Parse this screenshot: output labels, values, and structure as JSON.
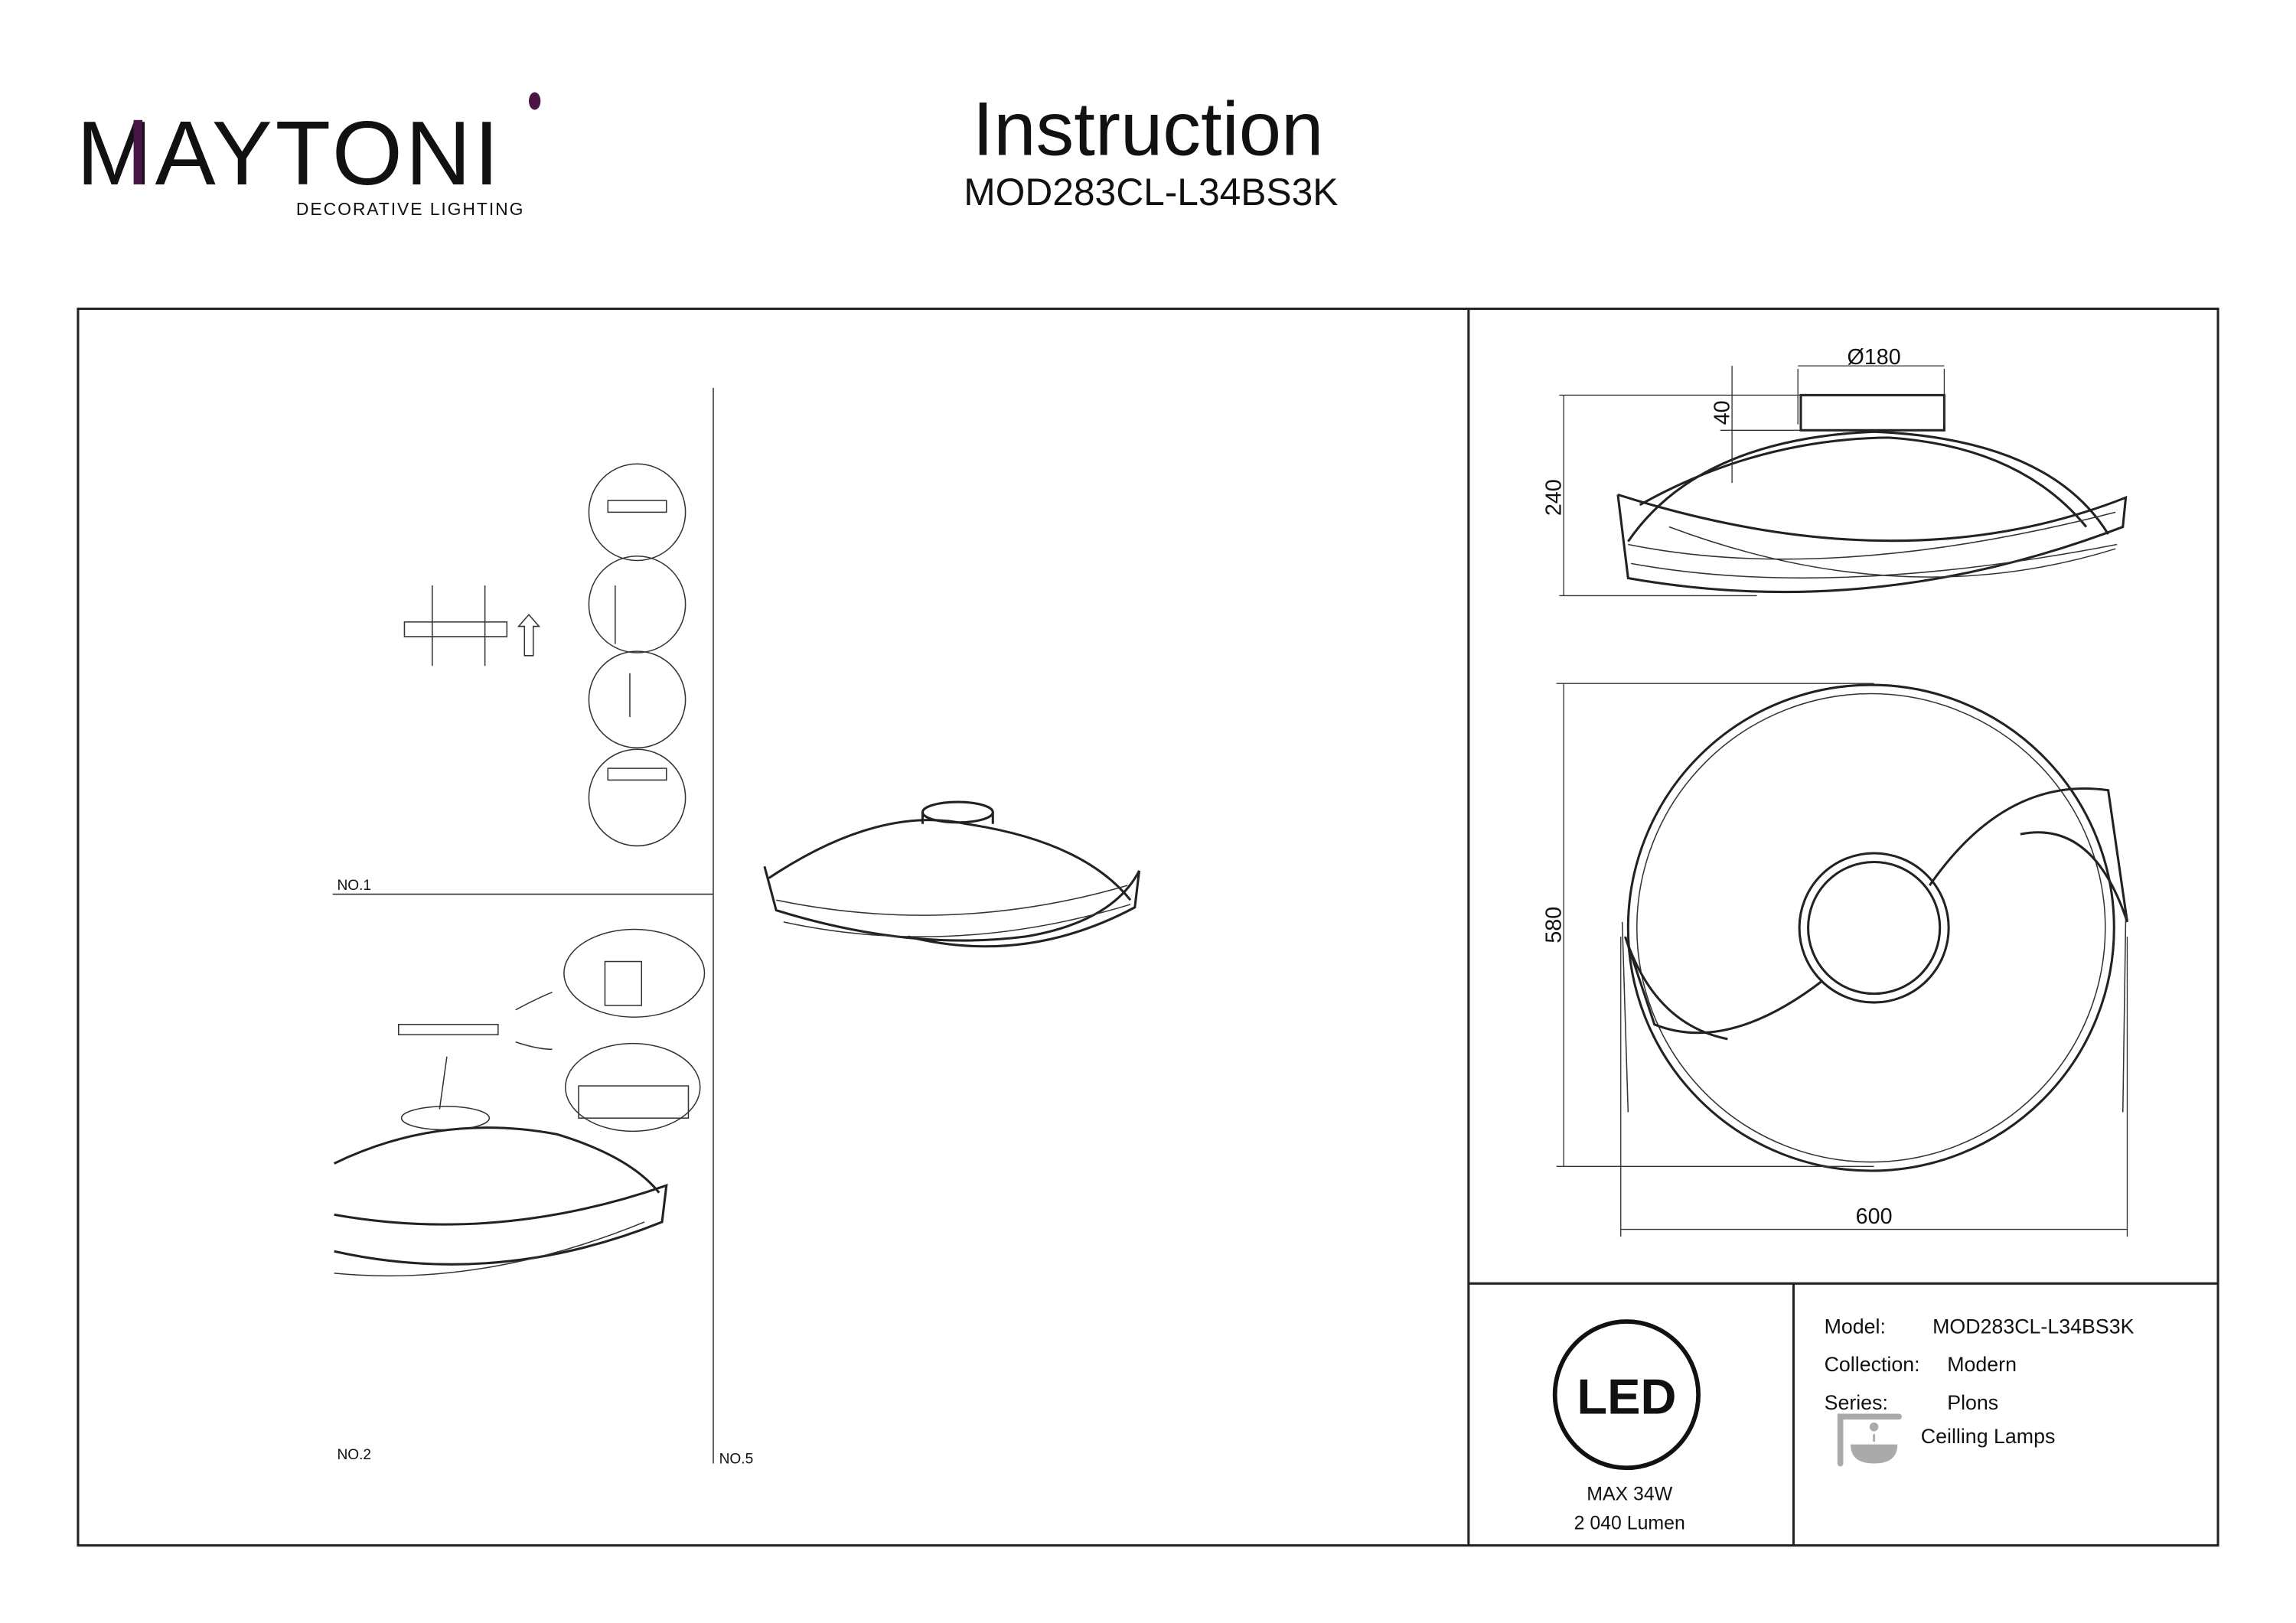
{
  "brand": {
    "logo_text": "MAYTONI",
    "tagline": "DECORATIVE LIGHTING",
    "accent_color": "#4a1545"
  },
  "header": {
    "title": "Instruction",
    "model": "MOD283CL-L34BS3K"
  },
  "steps": {
    "no1": "NO.1",
    "no2": "NO.2",
    "no5": "NO.5"
  },
  "dimensions": {
    "diameter_mount": "Ø180",
    "mount_height": "40",
    "total_height": "240",
    "depth": "580",
    "width": "600"
  },
  "specs": {
    "led_logo": "LED",
    "max_power": "MAX 34W",
    "lumen": "2 040 Lumen",
    "model_label": "Model:",
    "model_value": "MOD283CL-L34BS3K",
    "collection_label": "Collection:",
    "collection_value": "Modern",
    "series_label": "Series:",
    "series_value": "Plons",
    "type_value": "Ceilling Lamps"
  }
}
